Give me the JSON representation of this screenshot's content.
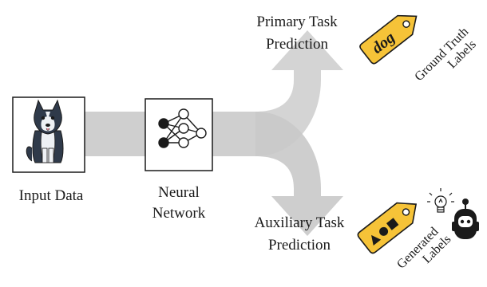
{
  "input": {
    "label": "Input Data"
  },
  "network": {
    "label_line1": "Neural",
    "label_line2": "Network"
  },
  "primary": {
    "title_line1": "Primary Task",
    "title_line2": "Prediction",
    "tag_text": "dog",
    "tag_color": "#f6c338",
    "label_line1": "Ground Truth",
    "label_line2": "Labels"
  },
  "auxiliary": {
    "title_line1": "Auxiliary Task",
    "title_line2": "Prediction",
    "tag_color": "#f6c338",
    "label_line1": "Generated",
    "label_line2": "Labels"
  },
  "colors": {
    "flow": "#cfcfcf",
    "flow_overlap": "#bdbdbd",
    "ink": "#1a1a1a"
  },
  "icons": [
    "husky-dog-icon",
    "neural-network-icon",
    "price-tag-icon",
    "shapes-icon",
    "lightbulb-icon",
    "robot-icon"
  ]
}
